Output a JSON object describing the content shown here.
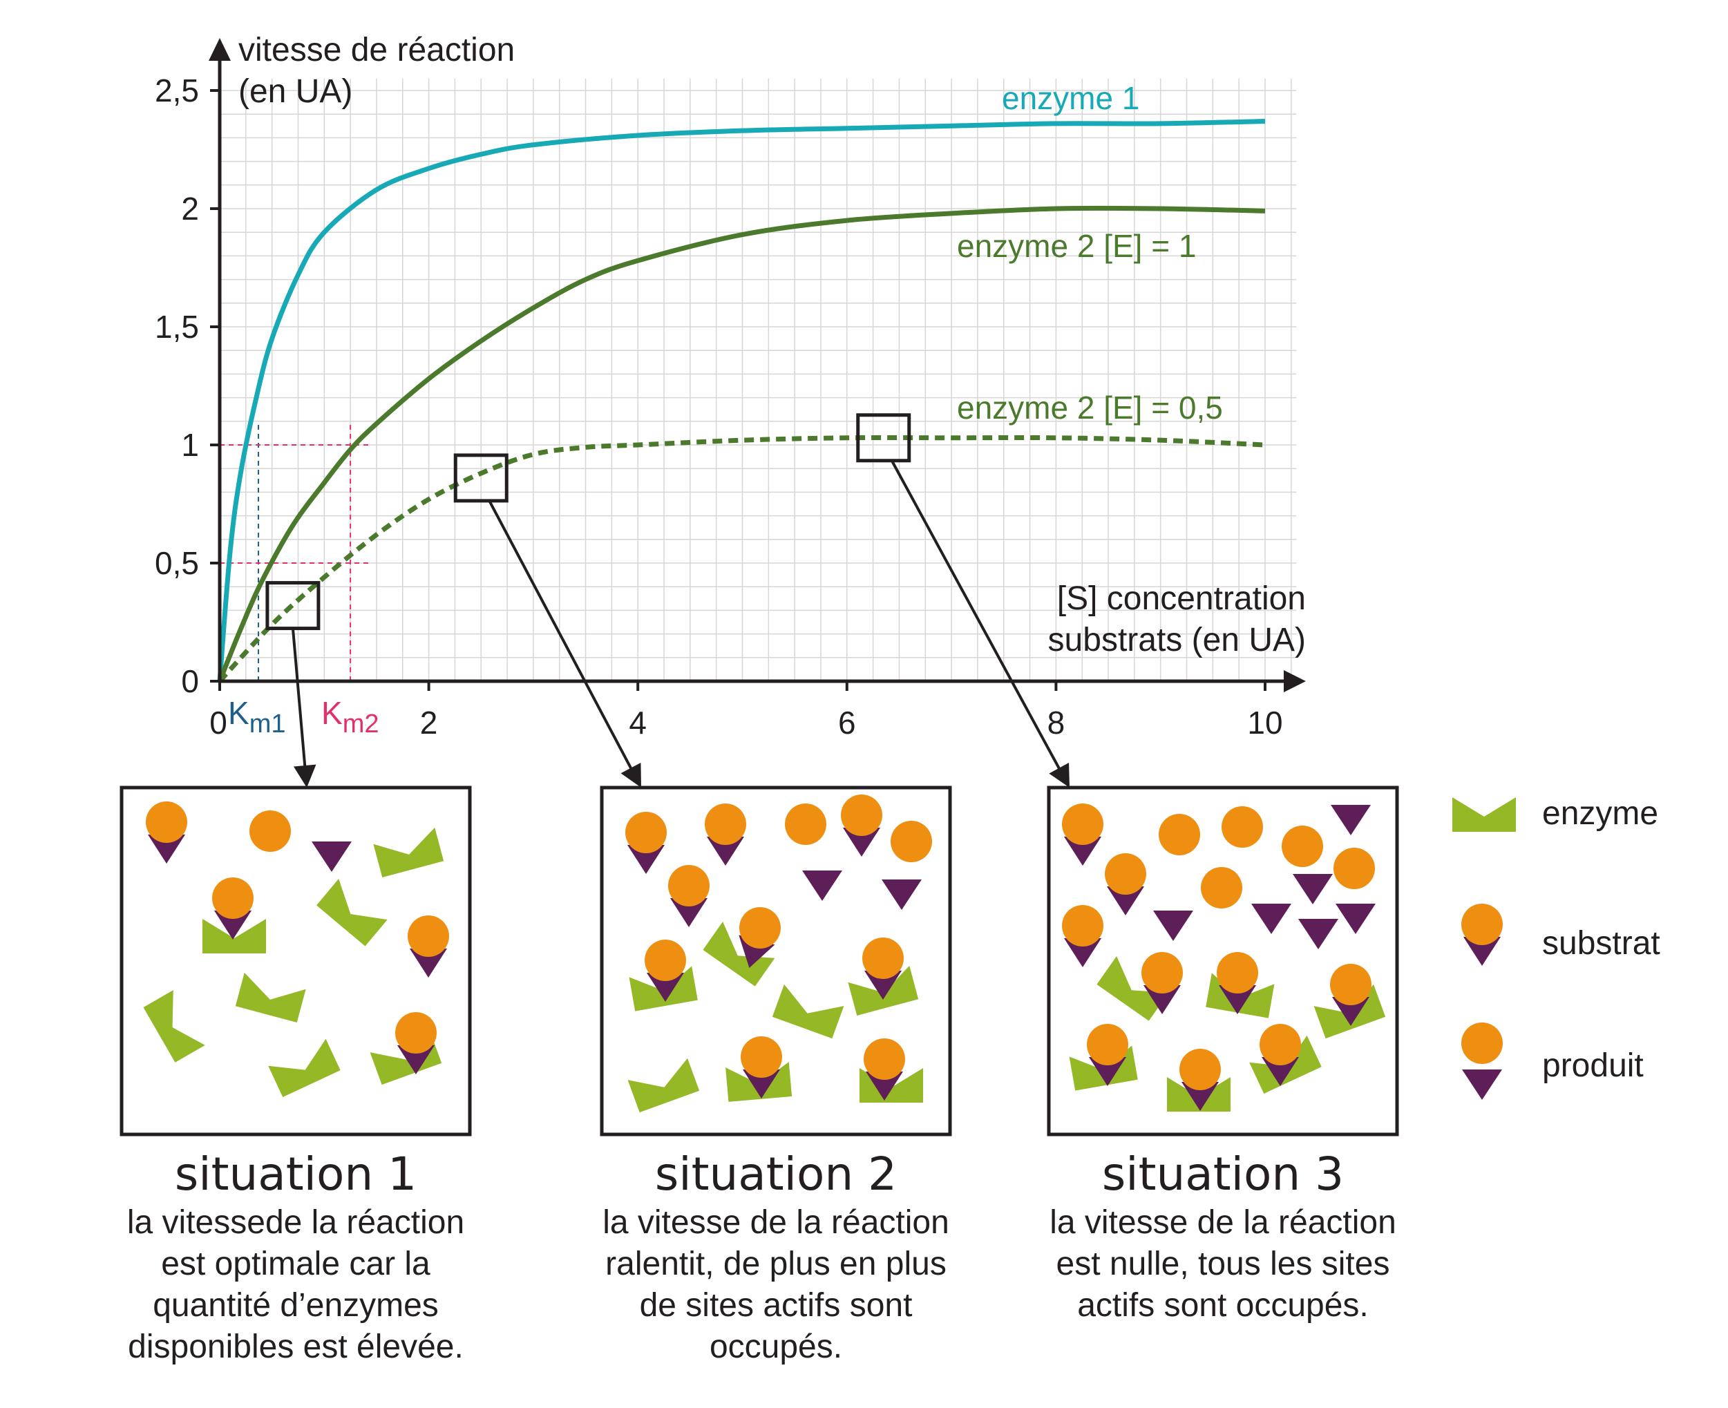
{
  "chart_data": {
    "type": "line",
    "xlabel": "[S] concentration substrats (en UA)",
    "ylabel": "vitesse de réaction (en UA)",
    "xlim": [
      0,
      10.3
    ],
    "ylim": [
      0,
      2.55
    ],
    "x_ticks": [
      "0",
      "2",
      "4",
      "6",
      "8",
      "10"
    ],
    "y_ticks": [
      "0",
      "0,5",
      "1",
      "1,5",
      "2",
      "2,5"
    ],
    "grid": true,
    "series": [
      {
        "name": "enzyme 1",
        "color": "#17a9b5",
        "style": "solid",
        "x": [
          0,
          0.1,
          0.2,
          0.35,
          0.5,
          0.75,
          1,
          1.5,
          2,
          2.5,
          3,
          4,
          5,
          6,
          7,
          8,
          9,
          10
        ],
        "y": [
          0,
          0.55,
          0.88,
          1.2,
          1.45,
          1.72,
          1.9,
          2.08,
          2.17,
          2.23,
          2.27,
          2.31,
          2.33,
          2.34,
          2.35,
          2.36,
          2.36,
          2.37
        ]
      },
      {
        "name": "enzyme 2 [E] = 1",
        "color": "#4b7a2c",
        "style": "solid",
        "x": [
          0,
          0.2,
          0.4,
          0.7,
          1,
          1.25,
          1.5,
          2,
          2.5,
          3,
          3.5,
          4,
          5,
          6,
          7,
          8,
          9,
          10
        ],
        "y": [
          0,
          0.22,
          0.42,
          0.66,
          0.84,
          0.98,
          1.09,
          1.28,
          1.44,
          1.58,
          1.7,
          1.78,
          1.89,
          1.95,
          1.98,
          2.0,
          2.0,
          1.99
        ]
      },
      {
        "name": "enzyme 2 [E] = 0,5",
        "color": "#4b7a2c",
        "style": "dashed",
        "x": [
          0,
          0.5,
          1,
          1.5,
          2,
          2.5,
          3,
          3.5,
          4,
          5,
          6,
          7,
          8,
          9,
          10
        ],
        "y": [
          0,
          0.24,
          0.44,
          0.62,
          0.77,
          0.88,
          0.96,
          0.99,
          1.0,
          1.02,
          1.03,
          1.03,
          1.03,
          1.02,
          1.0
        ]
      }
    ],
    "markers": [
      {
        "label": "Km1",
        "x": 0.37,
        "y": 1,
        "color": "#1f5f8b"
      },
      {
        "label": "Km2",
        "x": 1.25,
        "y": 1,
        "color": "#e4306a"
      }
    ],
    "zoom_boxes": [
      {
        "x": 0.7,
        "y": 0.32
      },
      {
        "x": 2.5,
        "y": 0.86
      },
      {
        "x": 6.35,
        "y": 1.03
      }
    ]
  },
  "labels": {
    "km1_main": "K",
    "km1_sub": "m1",
    "km2_main": "K",
    "km2_sub": "m2",
    "ylabel_line1": "vitesse de réaction",
    "ylabel_line2": "(en UA)",
    "xlabel_line1": "[S] concentration",
    "xlabel_line2": "substrats (en UA)"
  },
  "situations": [
    {
      "title": "situation 1",
      "lines": [
        "la vitessede la réaction",
        "est optimale car la",
        "quantité d’enzymes",
        "disponibles est élevée."
      ]
    },
    {
      "title": "situation 2",
      "lines": [
        "la vitesse de la réaction",
        "ralentit, de plus en plus",
        "de sites actifs sont",
        "occupés."
      ]
    },
    {
      "title": "situation 3",
      "lines": [
        "la vitesse de la réaction",
        "est nulle, tous les sites",
        "actifs sont occupés."
      ]
    }
  ],
  "legend": {
    "enzyme": "enzyme",
    "substrat": "substrat",
    "produit": "produit"
  },
  "colors": {
    "enzyme": "#95b827",
    "substrate_circle": "#ef8f12",
    "substrate_triangle": "#5e1f59",
    "axis": "#231f20",
    "grid": "#d6d6d6"
  }
}
